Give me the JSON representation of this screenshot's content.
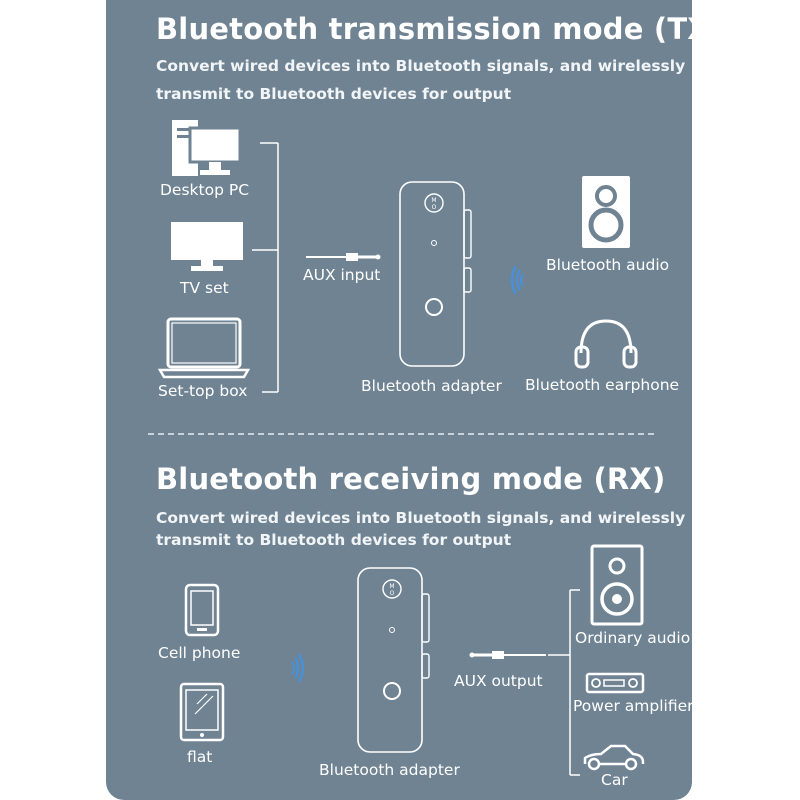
{
  "tx": {
    "title": "Bluetooth transmission mode (TX)",
    "desc_line1": "Convert wired devices into Bluetooth signals, and wirelessly",
    "desc_line2": "transmit to Bluetooth devices for output",
    "sources": [
      "Desktop PC",
      "TV set",
      "Set-top box"
    ],
    "connector_label": "AUX input",
    "adapter_label": "Bluetooth adapter",
    "outputs": [
      "Bluetooth audio",
      "Bluetooth earphone"
    ]
  },
  "rx": {
    "title": "Bluetooth receiving mode (RX)",
    "desc_line1": "Convert wired devices into Bluetooth signals, and wirelessly",
    "desc_line2": "transmit to Bluetooth devices for output",
    "sources": [
      "Cell phone",
      "flat"
    ],
    "adapter_label": "Bluetooth adapter",
    "connector_label": "AUX output",
    "outputs": [
      "Ordinary audio",
      "Power amplifier",
      "Car"
    ]
  },
  "colors": {
    "panel": "#6f8393",
    "line": "#ffffff",
    "signal": "#4a90d9"
  },
  "icons": [
    "desktop-pc-icon",
    "tv-icon",
    "laptop-icon",
    "aux-cable-icon",
    "bluetooth-adapter-icon",
    "bluetooth-signal-icon",
    "speaker-icon",
    "headphones-icon",
    "cell-phone-icon",
    "tablet-icon",
    "amplifier-icon",
    "car-icon"
  ]
}
